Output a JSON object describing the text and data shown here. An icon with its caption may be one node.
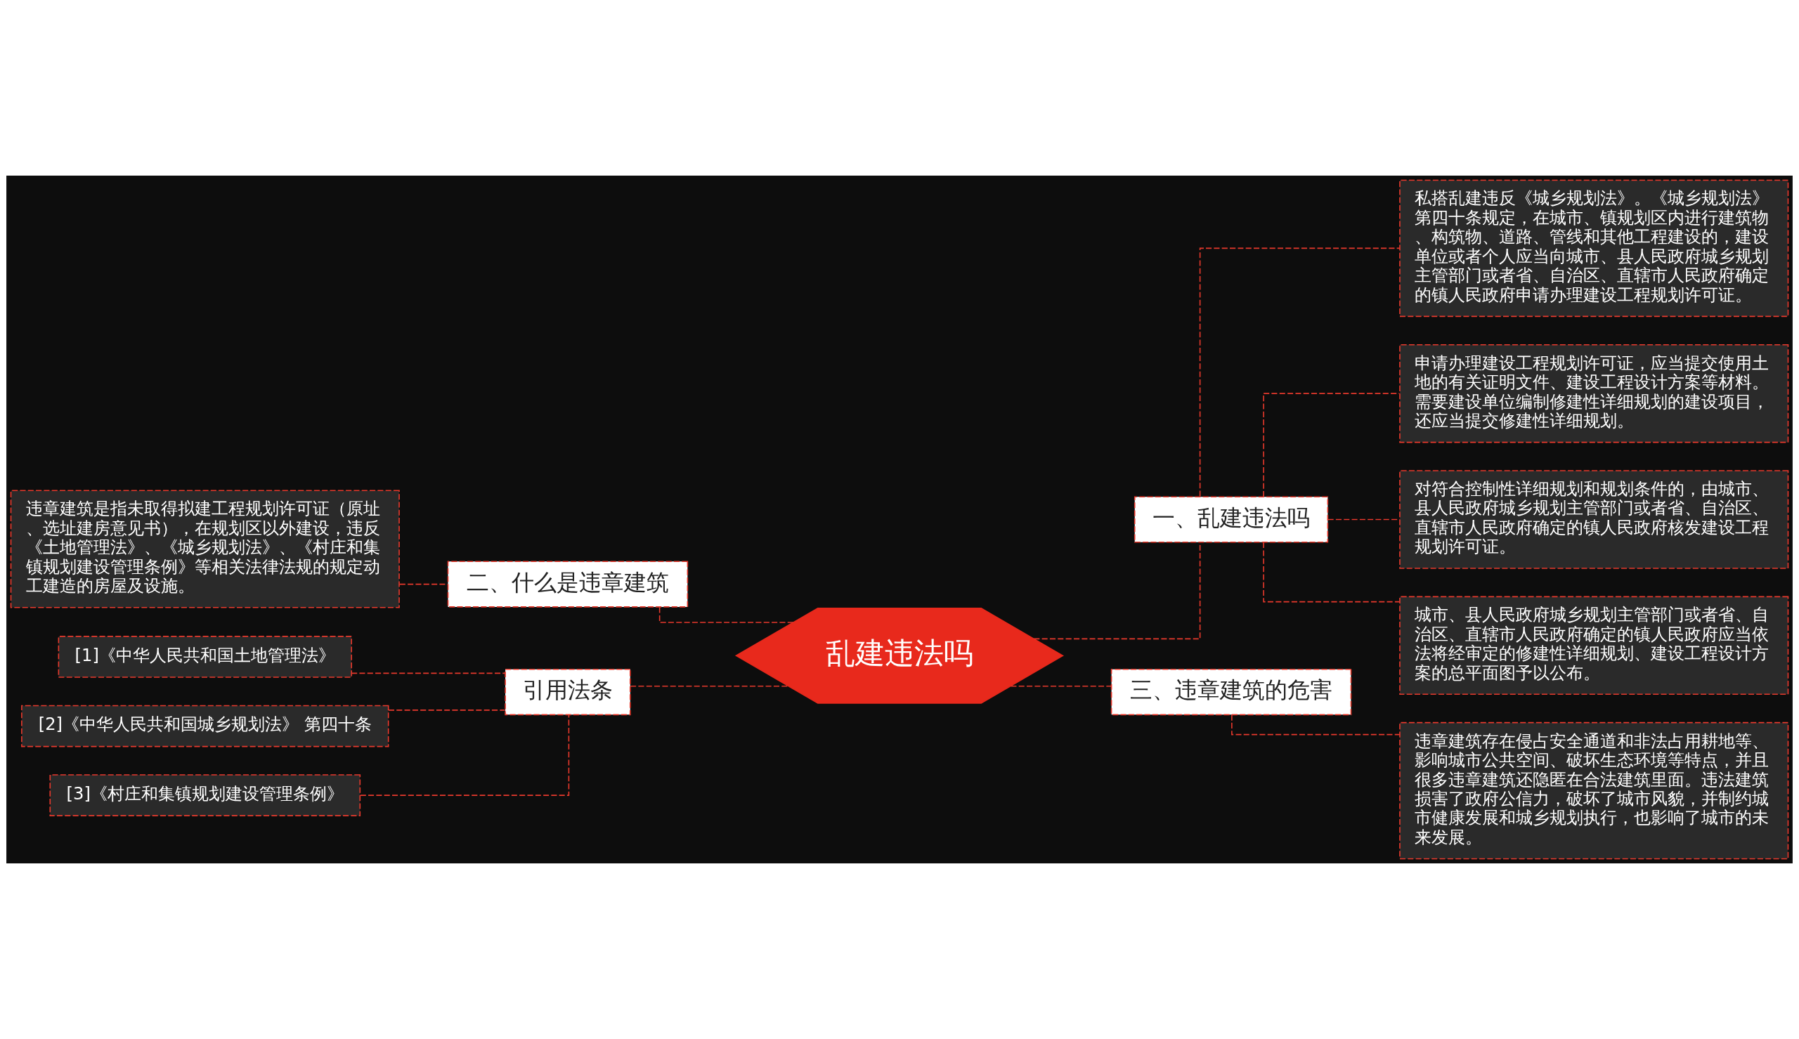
{
  "diagram": {
    "nodes": [
      {
        "text": [
          "乱建违法吗"
        ]
      },
      {
        "text": [
          "一、乱建违法吗"
        ]
      },
      {
        "text": [
          "私搭乱建违反《城乡规划法》。《城乡规划法》第四十条规定，在城市、镇规划区内进行建筑物、构筑物、道路、管线和其他工程建设的，建设单位或者个人应当向城市、县人民政府城乡规划主管部门或者省、自治区、直辖市人民政府确定的镇人民政府申请办理建设工程规划许可证。"
        ]
      },
      {
        "text": [
          "申请办理建设工程规划许可证，应当提交使用土地的有关证明文件、建设工程设计方案等材料。需要建设单位编制修建性详细规划的建设项目，还应当提交修建性详细规划。"
        ]
      },
      {
        "text": [
          "对符合控制性详细规划和规划条件的，由城市、县人民政府城乡规划主管部门或者省、自治区、直辖市人民政府确定的镇人民政府核发建设工程规划许可证。"
        ]
      },
      {
        "text": [
          "城市、县人民政府城乡规划主管部门或者省、自治区、直辖市人民政府确定的镇人民政府应当依法将经审定的修建性详细规划、建设工程设计方案的总平面图予以公布。"
        ]
      },
      {
        "text": [
          "二、什么是违章建筑"
        ]
      },
      {
        "text": [
          "违章建筑是指未取得拟建工程规划许可证（原址、选址建房意见书），在规划区以外建设，违反《土地管理法》、《城乡规划法》、《村庄和集镇规划建设管理条例》等相关法律法规的规定动工建造的房屋及设施。"
        ]
      },
      {
        "text": [
          "引用法条"
        ]
      },
      {
        "text": [
          "[1]《中华人民共和国土地管理法》"
        ]
      },
      {
        "text": [
          "[2]《中华人民共和国城乡规划法》 第四十条"
        ]
      },
      {
        "text": [
          "[3]《村庄和集镇规划建设管理条例》"
        ]
      },
      {
        "text": [
          "三、违章建筑的危害"
        ]
      },
      {
        "text": [
          "违章建筑存在侵占安全通道和非法占用耕地等、影响城市公共空间、破坏生态环境等特点，并且很多违章建筑还隐匿在合法建筑里面。违法建筑损害了政府公信力，破坏了城市风貌，并制约城市健康发展和城乡规划执行，也影响了城市的未来发展。"
        ]
      }
    ],
    "edges": [
      {
        "from": 0,
        "to": 1,
        "arrow": "none",
        "style": "dashed"
      },
      {
        "from": 1,
        "to": 2,
        "arrow": "none",
        "style": "dashed"
      },
      {
        "from": 1,
        "to": 3,
        "arrow": "none",
        "style": "dashed"
      },
      {
        "from": 1,
        "to": 4,
        "arrow": "none",
        "style": "dashed"
      },
      {
        "from": 1,
        "to": 5,
        "arrow": "none",
        "style": "dashed"
      },
      {
        "from": 0,
        "to": 6,
        "arrow": "none",
        "style": "dashed"
      },
      {
        "from": 6,
        "to": 7,
        "arrow": "none",
        "style": "dashed"
      },
      {
        "from": 0,
        "to": 8,
        "arrow": "none",
        "style": "dashed"
      },
      {
        "from": 8,
        "to": 9,
        "arrow": "none",
        "style": "dashed"
      },
      {
        "from": 8,
        "to": 10,
        "arrow": "none",
        "style": "dashed"
      },
      {
        "from": 8,
        "to": 11,
        "arrow": "none",
        "style": "dashed"
      },
      {
        "from": 0,
        "to": 12,
        "arrow": "none",
        "style": "dashed"
      },
      {
        "from": 12,
        "to": 13,
        "arrow": "none",
        "style": "dashed"
      }
    ]
  }
}
